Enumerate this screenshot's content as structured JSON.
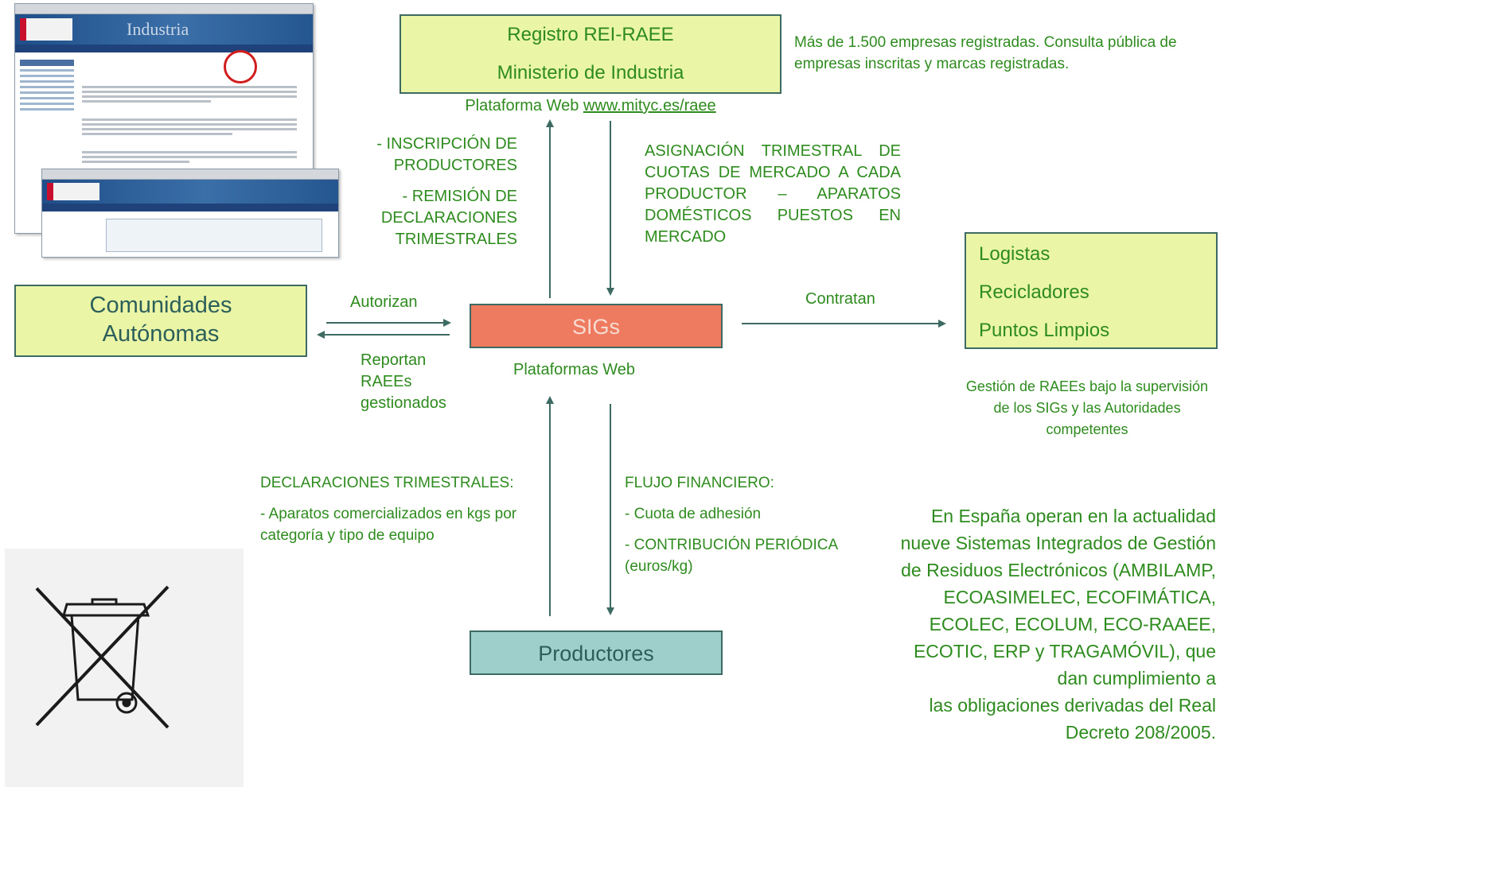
{
  "registro": {
    "line1": "Registro REI-RAEE",
    "line2": "Ministerio de Industria",
    "platform_prefix": "Plataforma Web ",
    "platform_link": "www.mityc.es/raee",
    "note": "Más de 1.500 empresas registradas. Consulta pública de empresas inscritas y marcas registradas."
  },
  "left_upper_label": {
    "l1": "- INSCRIPCIÓN DE",
    "l2": "PRODUCTORES",
    "l3": "- REMISIÓN DE",
    "l4": "DECLARACIONES",
    "l5": "TRIMESTRALES"
  },
  "right_upper_label": {
    "l1": "ASIGNACIÓN TRIMESTRAL DE",
    "l2": "CUOTAS DE MERCADO A CADA",
    "l3": "PRODUCTOR – APARATOS",
    "l4": "DOMÉSTICOS PUESTOS EN",
    "l5": "MERCADO"
  },
  "comunidades": {
    "l1": "Comunidades",
    "l2": "Autónomas"
  },
  "autorizan": "Autorizan",
  "reportan": {
    "l1": "Reportan",
    "l2": "RAEEs",
    "l3": "gestionados"
  },
  "sigs": {
    "label": "SIGs",
    "platform": "Plataformas Web",
    "color": "#ee7b5f"
  },
  "contratan": "Contratan",
  "logistas": {
    "items": [
      "Logistas",
      "Recicladores",
      "Puntos Limpios"
    ],
    "note": {
      "l1": "Gestión de RAEEs bajo la supervisión",
      "l2": "de los SIGs y las Autoridades",
      "l3": "competentes"
    }
  },
  "declaraciones": {
    "title": "DECLARACIONES TRIMESTRALES:",
    "l1": "- Aparatos comercializados en kgs por",
    "l2": "categoría y tipo de equipo"
  },
  "flujo": {
    "title": "FLUJO FINANCIERO:",
    "l1": "- Cuota de adhesión",
    "l2": "- CONTRIBUCIÓN PERIÓDICA",
    "l3": "(euros/kg)"
  },
  "productores": {
    "label": "Productores",
    "color": "#9ecfcb"
  },
  "espana": {
    "lines": [
      "En España operan en la actualidad",
      "nueve Sistemas Integrados de Gestión",
      "de Residuos Electrónicos (AMBILAMP,",
      "ECOASIMELEC, ECOFIMÁTICA,",
      "ECOLEC, ECOLUM, ECO-RAAEE,",
      "ECOTIC, ERP y TRAGAMÓVIL), que",
      "dan cumplimiento a",
      "las obligaciones derivadas del Real",
      "Decreto 208/2005."
    ]
  },
  "screenshot": {
    "brand": "Industria"
  },
  "colors": {
    "box_fill": "#eaf5a6",
    "border": "#3d6b64",
    "green_text": "#2e8b1e",
    "teal_text": "#2c5f5a",
    "arrow": "#3d6b64"
  }
}
